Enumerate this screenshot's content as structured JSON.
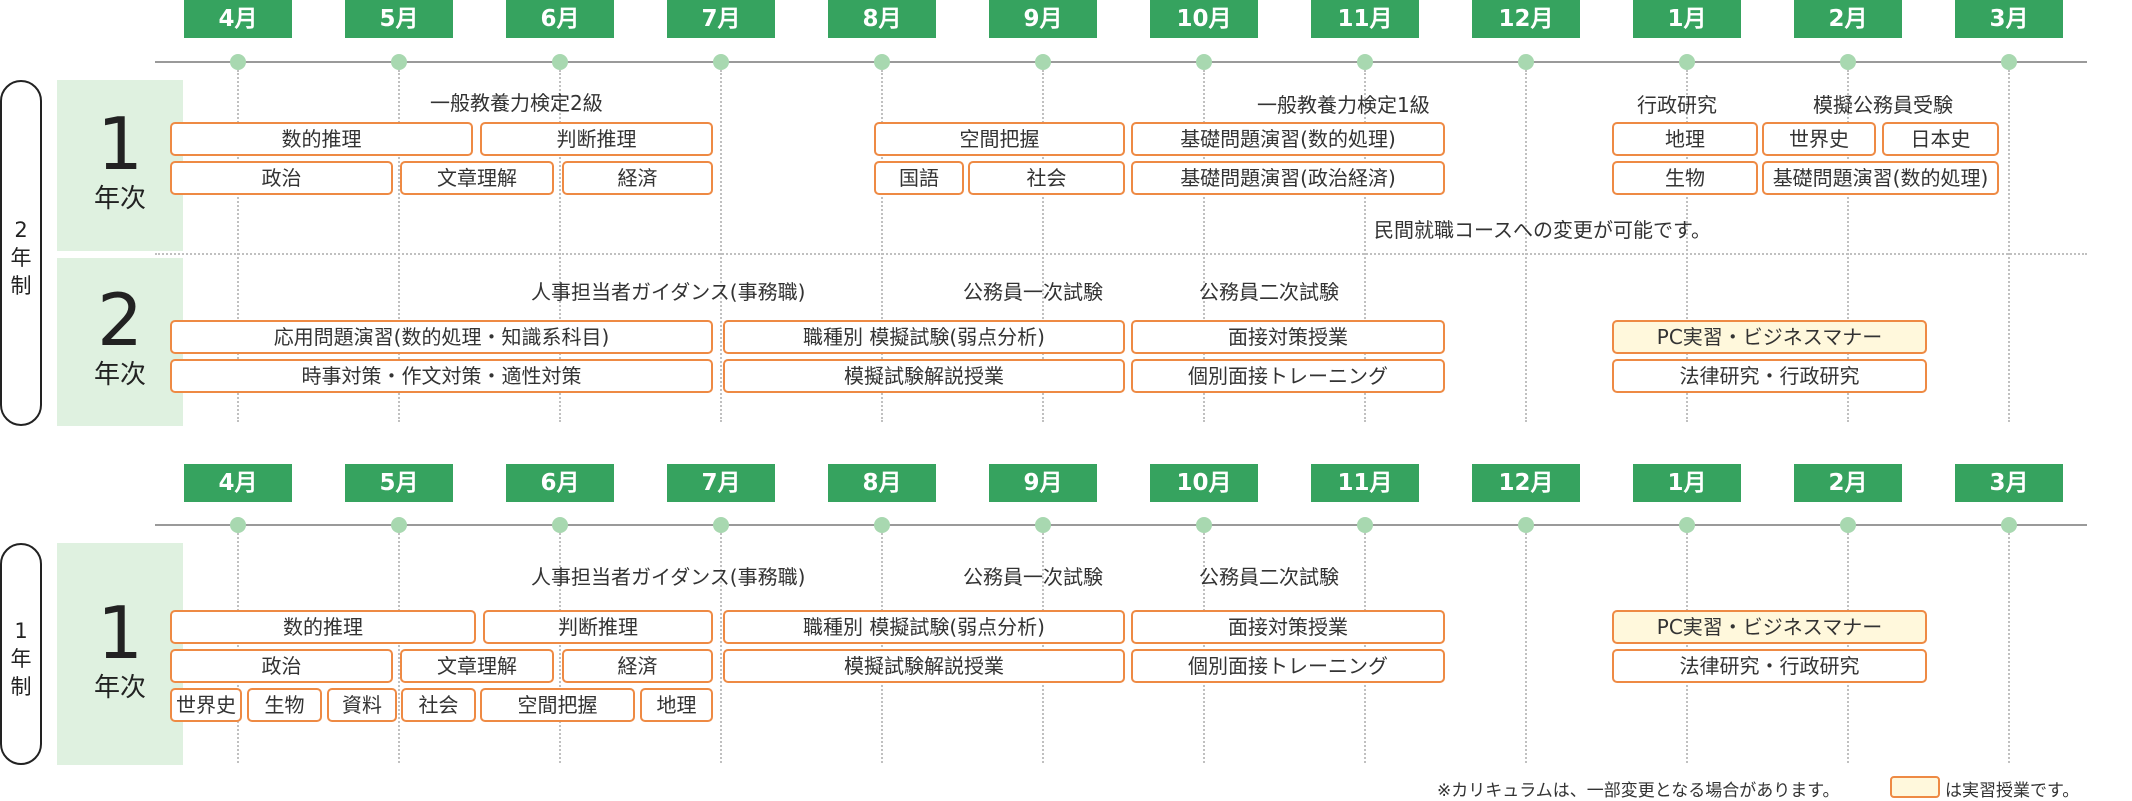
{
  "months": [
    "4月",
    "5月",
    "6月",
    "7月",
    "8月",
    "9月",
    "10月",
    "11月",
    "12月",
    "1月",
    "2月",
    "3月"
  ],
  "colors": {
    "accent": "#36a35f",
    "box_border": "#ee8a44",
    "practical_fill": "#fff8dc",
    "year_bg": "#dff1e0"
  },
  "two_year": {
    "course_label": "2年制",
    "year1": {
      "num": "1",
      "label": "年次",
      "labels": [
        "一般教養力検定2級",
        "一般教養力検定1級",
        "行政研究",
        "模擬公務員受験"
      ],
      "boxes": [
        "数的推理",
        "判断推理",
        "政治",
        "文章理解",
        "経済",
        "空間把握",
        "国語",
        "社会",
        "基礎問題演習(数的処理)",
        "基礎問題演習(政治経済)",
        "地理",
        "世界史",
        "日本史",
        "生物",
        "基礎問題演習(数的処理)"
      ],
      "note": "民間就職コースへの変更が可能です。"
    },
    "year2": {
      "num": "2",
      "label": "年次",
      "labels": [
        "人事担当者ガイダンス(事務職)",
        "公務員一次試験",
        "公務員二次試験"
      ],
      "boxes": [
        "応用問題演習(数的処理・知識系科目)",
        "時事対策・作文対策・適性対策",
        "職種別 模擬試験(弱点分析)",
        "模擬試験解説授業",
        "面接対策授業",
        "個別面接トレーニング",
        "PC実習・ビジネスマナー",
        "法律研究・行政研究"
      ]
    }
  },
  "one_year": {
    "course_label": "1年制",
    "year1": {
      "num": "1",
      "label": "年次",
      "labels": [
        "人事担当者ガイダンス(事務職)",
        "公務員一次試験",
        "公務員二次試験"
      ],
      "boxes": [
        "数的推理",
        "判断推理",
        "政治",
        "文章理解",
        "経済",
        "世界史",
        "生物",
        "資料",
        "社会",
        "空間把握",
        "地理",
        "職種別 模擬試験(弱点分析)",
        "模擬試験解説授業",
        "面接対策授業",
        "個別面接トレーニング",
        "PC実習・ビジネスマナー",
        "法律研究・行政研究"
      ]
    }
  },
  "footer": {
    "note": "※カリキュラムは、一部変更となる場合があります。",
    "legend": "は実習授業です。"
  }
}
